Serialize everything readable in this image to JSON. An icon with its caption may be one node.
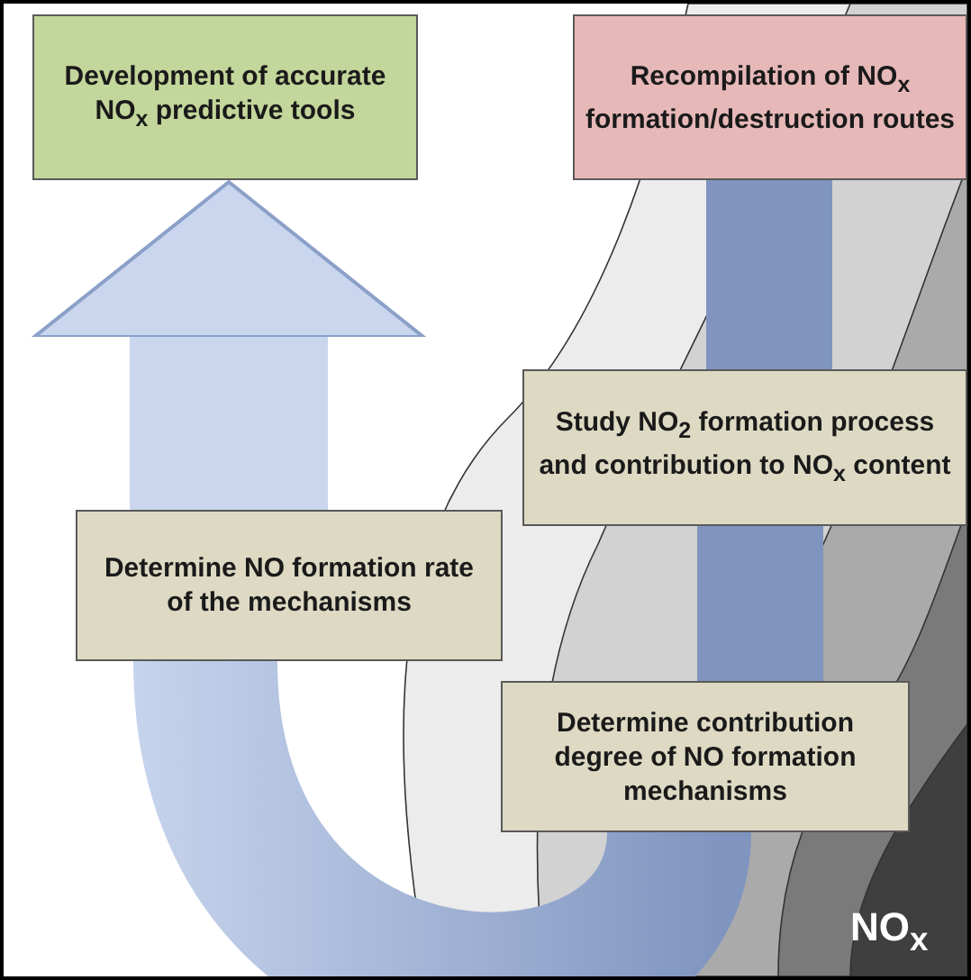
{
  "diagram": {
    "nodes": [
      {
        "text": [
          "Development of accurate NO$_{x}$ predictive tools"
        ]
      },
      {
        "text": [
          "Recompilation of NO$_{x}$ formation/destruction routes"
        ]
      },
      {
        "text": [
          "Study NO$_{2}$ formation process and contribution to NO$_{x}$ content"
        ]
      },
      {
        "text": [
          "Determine contribution degree of NO formation mechanisms"
        ]
      },
      {
        "text": [
          "Determine NO formation rate of the mechanisms"
        ]
      }
    ],
    "edges": [
      {
        "from": 1,
        "to": 2,
        "arrow": "none"
      },
      {
        "from": 2,
        "to": 3,
        "arrow": "none"
      },
      {
        "from": 3,
        "to": 4,
        "arrow": "none"
      },
      {
        "from": 4,
        "to": 0,
        "arrow": "to"
      }
    ],
    "labels": [
      "NO$_{x}$"
    ]
  }
}
